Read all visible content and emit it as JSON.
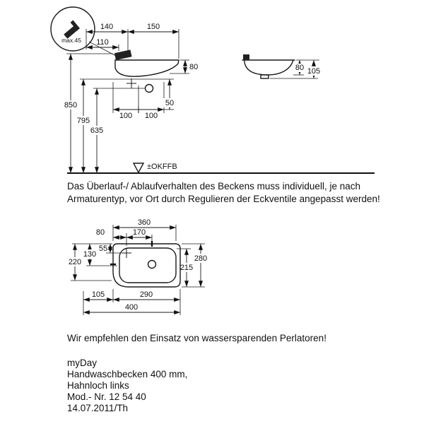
{
  "drawing": {
    "front_view": {
      "detail_label": "max.45",
      "floor_label": "±OKFFB",
      "dims": {
        "width_140": "140",
        "width_150": "150",
        "width_110": "110",
        "height_80": "80",
        "height_50": "50",
        "spacing_100_left": "100",
        "spacing_100_right": "100",
        "height_850": "850",
        "height_795": "795",
        "height_635": "635"
      }
    },
    "side_view": {
      "dims": {
        "depth_80": "80",
        "depth_105": "105"
      }
    },
    "plan_view": {
      "dims": {
        "width_360": "360",
        "width_80": "80",
        "width_170": "170",
        "depth_55": "55",
        "depth_130": "130",
        "depth_220": "220",
        "depth_215": "215",
        "depth_280": "280",
        "width_105": "105",
        "width_290": "290",
        "width_400": "400"
      }
    }
  },
  "notes": {
    "overflow_note_line1": "Das Überlauf-/ Ablaufverhalten des Beckens muss individuell, je nach",
    "overflow_note_line2": "Armaturentyp, vor Ort durch Regulieren der Eckventile angepasst werden!",
    "aerator_note": "Wir empfehlen den Einsatz von wassersparenden Perlatoren!"
  },
  "product": {
    "series": "myDay",
    "type": "Handwaschbecken 400 mm,",
    "variant": "Hahnloch links",
    "model_no": "Mod.- Nr. 12 54 40",
    "date_author": "14.07.2011/Th"
  }
}
